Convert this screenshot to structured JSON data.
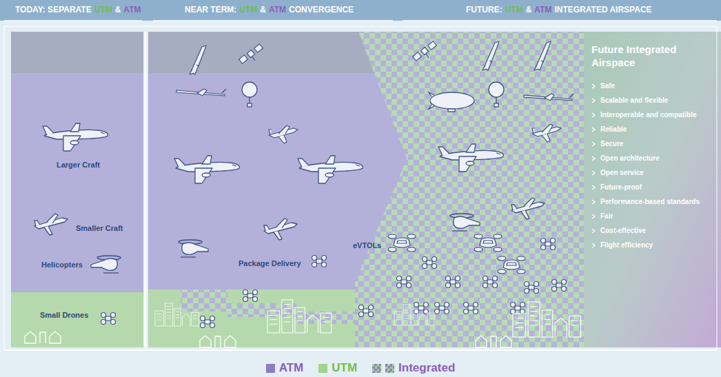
{
  "diagram": {
    "nodes": [
      {
        "text": [
          "Future Integrated Airspace",
          "Safe",
          "Scalable and flexible",
          "Interoperable and compatible",
          "Reliable",
          "Secure",
          "Open architecture",
          "Open service",
          "Future-proof",
          "Performance-based standards",
          "Fair",
          "Cost-effective",
          "Flight efficiency"
        ]
      }
    ],
    "labels": [
      "TODAY: SEPARATE",
      "UTM",
      "&",
      "ATM",
      "NEAR TERM:",
      "UTM",
      "&",
      "ATM",
      "CONVERGENCE",
      "FUTURE:",
      "UTM",
      "&",
      "ATM",
      "INTEGRATED AIRSPACE",
      "Larger Craft",
      "Smaller Craft",
      "Helicopters",
      "Small Drones",
      "Package Delivery",
      "eVTOLs"
    ],
    "legend": [
      {
        "text": "ATM",
        "color": "#8f7bc4"
      },
      {
        "text": "UTM",
        "color": "#9fd48a"
      },
      {
        "text": "Integrated"
      }
    ]
  }
}
